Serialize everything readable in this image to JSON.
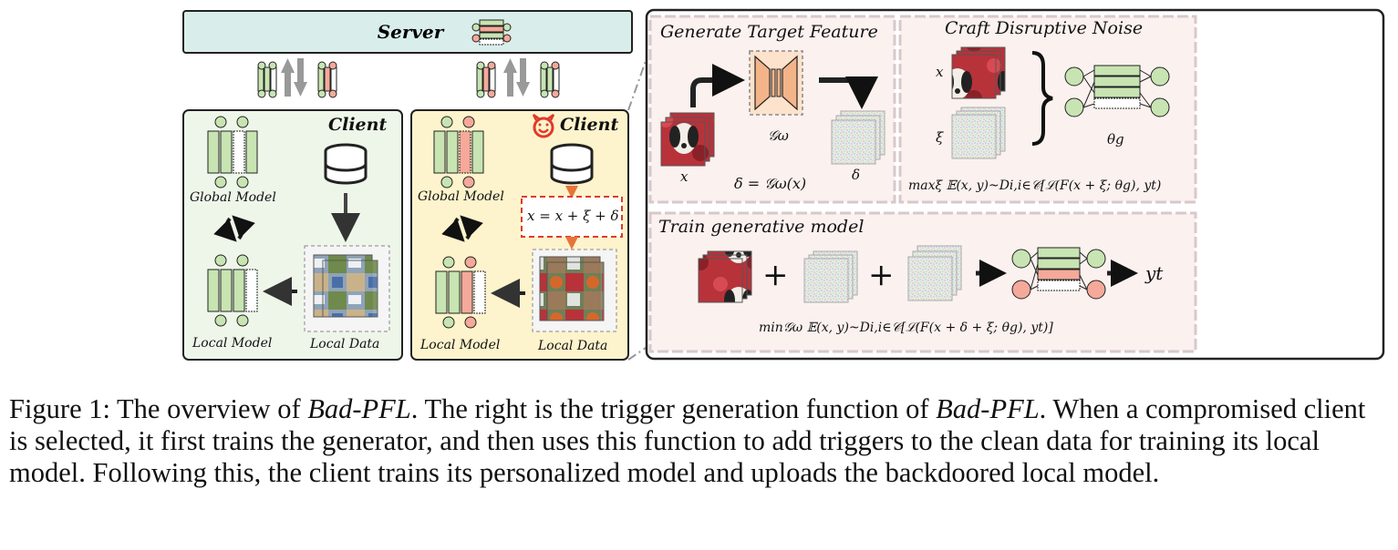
{
  "server": {
    "label": "Server"
  },
  "left_client": {
    "title": "Client",
    "global_model": "Global Model",
    "local_model": "Local Model",
    "local_data": "Local Data"
  },
  "right_client": {
    "title": "Client",
    "global_model": "Global Model",
    "local_model": "Local Model",
    "local_data": "Local Data",
    "trigger_formula": "x = x + ξ + δ"
  },
  "gen_target": {
    "title": "Generate Target Feature",
    "x_label": "x",
    "g_label": "𝒢ω",
    "delta_label": "δ",
    "formula": "δ = 𝒢ω(x)"
  },
  "craft_noise": {
    "title": "Craft Disruptive Noise",
    "x_label": "x",
    "xi_label": "ξ",
    "theta_label": "θg",
    "formula": "maxξ 𝔼(x, y)~Di,i∈𝒞[ℒ(F(x + ξ; θg), yt)"
  },
  "train_gen": {
    "title": "Train generative model",
    "plus1": "+",
    "plus2": "+",
    "output": "yt",
    "formula": "min𝒢ω 𝔼(x, y)~Di,i∈𝒞[ℒ(F(x + δ + ξ; θg), yt)]"
  },
  "caption": {
    "prefix": "Figure 1: The overview of ",
    "name1": "Bad-PFL",
    "mid1": ". The right is the trigger generation function of ",
    "name2": "Bad-PFL",
    "rest": ". When a compromised client is selected, it first trains the generator, and then uses this function to add triggers to the clean data for training its local model. Following this, the client trains its personalized model and uploads the backdoored local model."
  },
  "colors": {
    "server_bg": "#d9eeea",
    "client_bg": "#eef6ea",
    "mal_client_bg": "#fdf3cc",
    "panel_bg": "#fbf1ef",
    "green": "#c7e4b2",
    "red": "#f4a99a",
    "red_dash": "#e03a2a"
  }
}
